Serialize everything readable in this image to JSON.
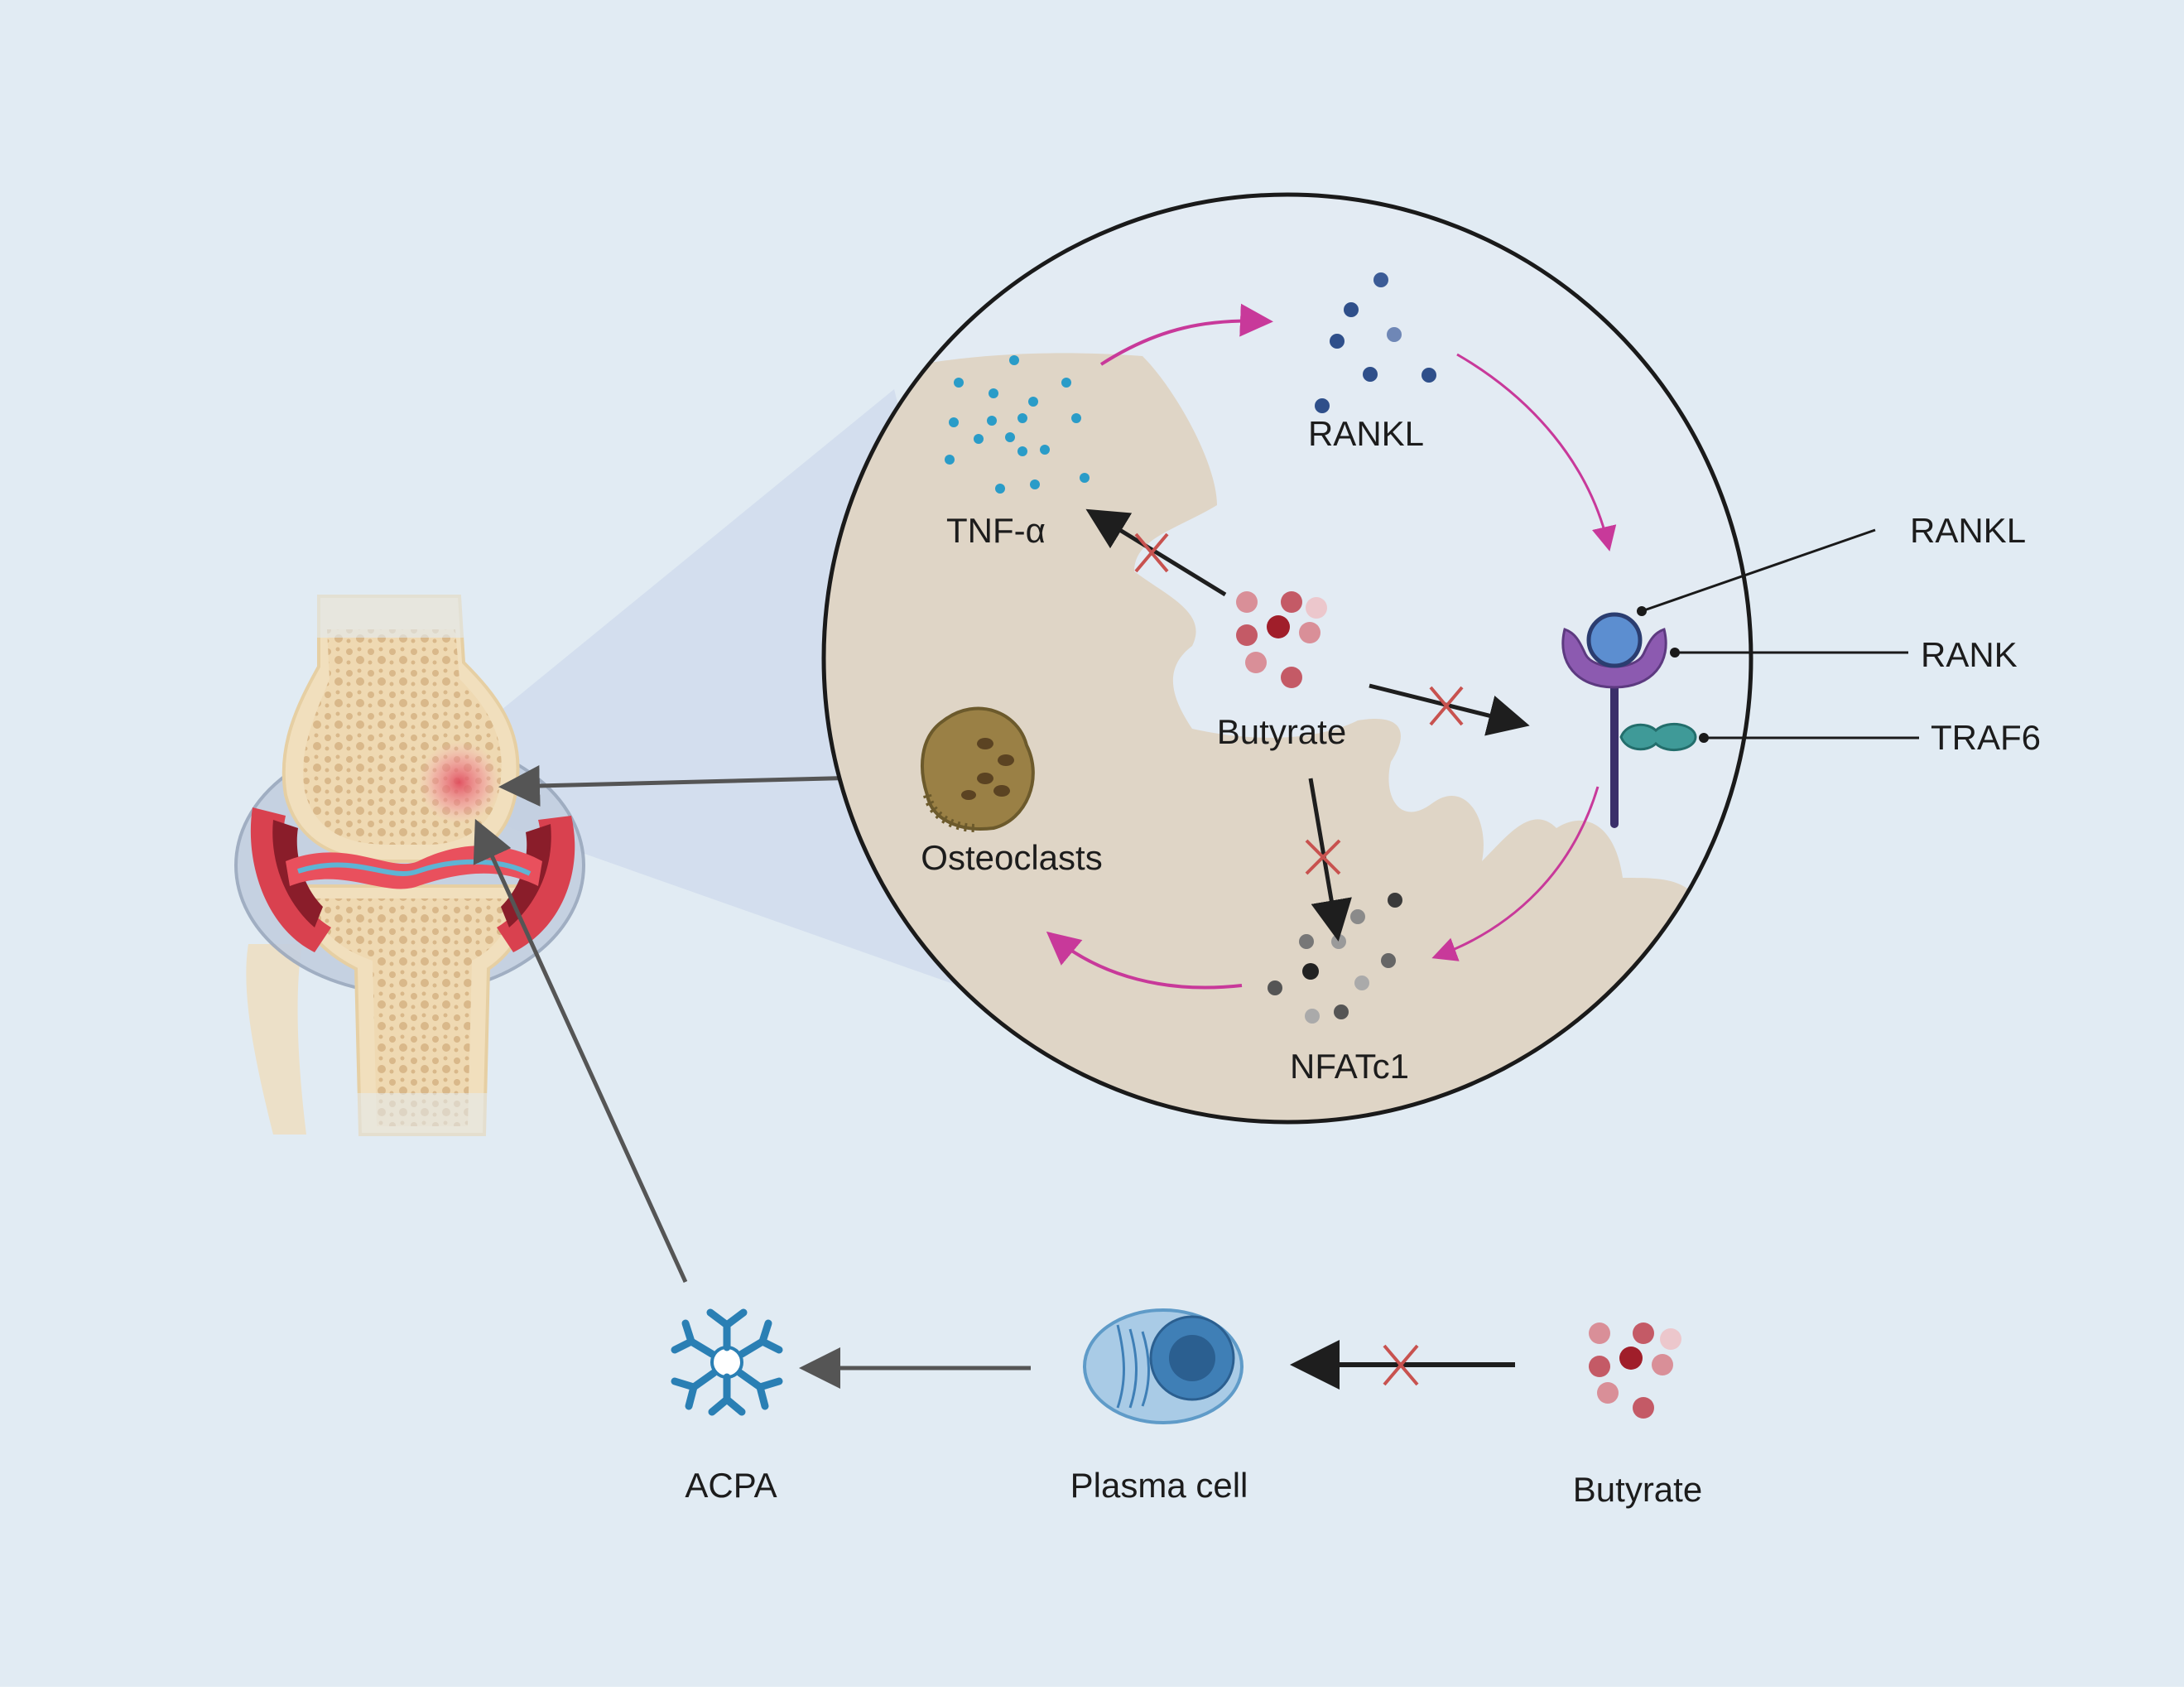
{
  "labels": {
    "tnf": "TNF-α",
    "rankl_free": "RANKL",
    "butyrate_inner": "Butyrate",
    "osteoclasts": "Osteoclasts",
    "nfatc1": "NFATc1",
    "rankl_callout": "RANKL",
    "rank_callout": "RANK",
    "traf6_callout": "TRAF6",
    "acpa": "ACPA",
    "plasma_cell": "Plasma cell",
    "butyrate_bottom": "Butyrate"
  },
  "colors": {
    "background": "#e1ebf3",
    "bone_matrix": "#dfd5c6",
    "inflammation_arrow": "#c8399a",
    "black_arrow": "#1e1e1e",
    "grey_arrow": "#555555",
    "inhibition_cross": "#c8524f",
    "butyrate_red": "#b83a44",
    "tnf_dots": "#2a9cc8",
    "rankl_dots": "#2f4f8a",
    "rank_receptor": "#8c5ab0",
    "traf6": "#3f9a98",
    "nfatc1_dots": "#5a5a5a",
    "osteoclast": "#9a8045",
    "plasma_cell": "#5f9bc8",
    "acpa": "#2a7fb4"
  },
  "icons": [
    "knee-joint-icon",
    "osteoclast-cell-icon",
    "rank-receptor-icon",
    "traf6-icon",
    "plasma-cell-icon",
    "acpa-antibody-icon",
    "inhibition-cross-icon"
  ]
}
